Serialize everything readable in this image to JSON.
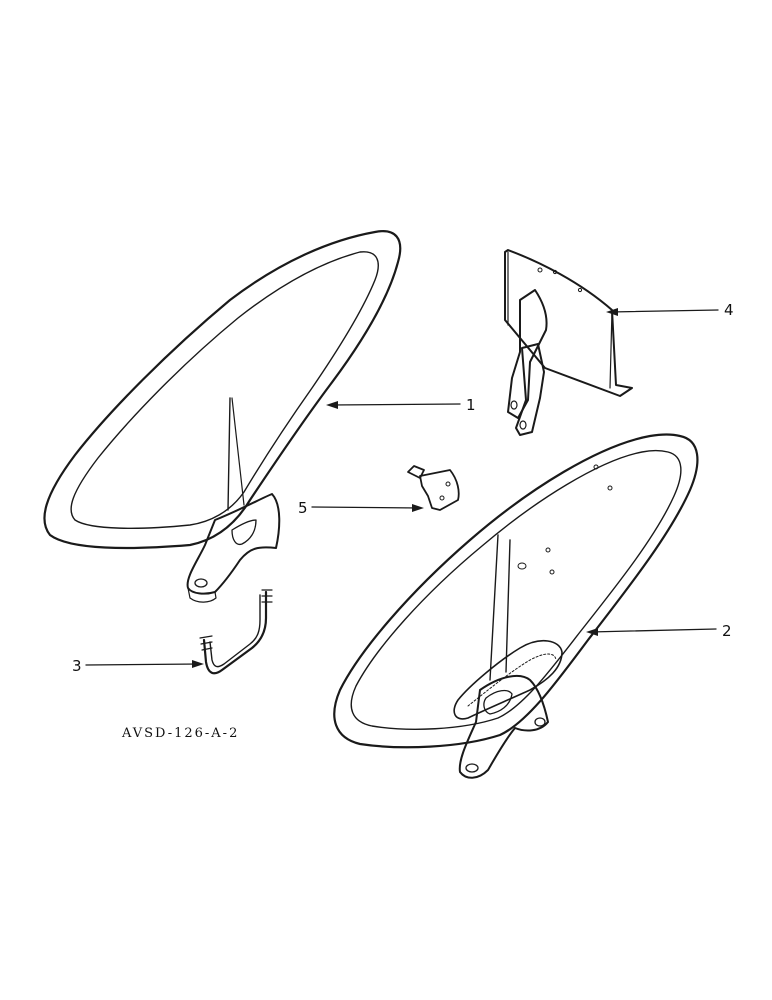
{
  "callouts": [
    {
      "id": "1",
      "label": "1"
    },
    {
      "id": "2",
      "label": "2"
    },
    {
      "id": "3",
      "label": "3"
    },
    {
      "id": "4",
      "label": "4"
    },
    {
      "id": "5",
      "label": "5"
    }
  ],
  "drawing_code": "AVSD-126-A-2",
  "colors": {
    "ink": "#1a1a1a",
    "paper": "#ffffff"
  }
}
